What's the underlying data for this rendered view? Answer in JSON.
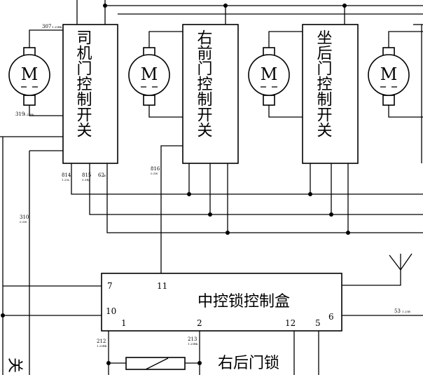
{
  "switches": [
    {
      "label": "司机门控制开关"
    },
    {
      "label": "右前门控制开关"
    },
    {
      "label": "坐后门控制开关"
    }
  ],
  "motors": [
    {
      "symbol": "M"
    },
    {
      "symbol": "M"
    },
    {
      "symbol": "M"
    },
    {
      "symbol": "M"
    }
  ],
  "control_box": {
    "label": "中控锁控制盒",
    "pins": [
      "7",
      "11",
      "10",
      "1",
      "2",
      "12",
      "5",
      "6"
    ]
  },
  "rear_lock": {
    "label": "右后门锁"
  },
  "edge_fragment": {
    "label": "关"
  },
  "wire_numbers": {
    "w307": "307",
    "w307s": "1.25Bk",
    "w319": "319",
    "w319s": "1.25Bk",
    "w814": "814",
    "w814s": "1.25L",
    "w815": "815",
    "w815s": "0.5Rg",
    "w62": "62",
    "w62s": "B",
    "w816": "816",
    "w816s": "0.5W",
    "w310": "310",
    "w310s": "0.5W",
    "w53": "53",
    "w53s": "1.25B",
    "w212": "212",
    "w212s": "1.25Bk",
    "w213": "213",
    "w213s": "1.25Bk"
  },
  "colors": {
    "line": "#000000",
    "background": "#ffffff"
  }
}
